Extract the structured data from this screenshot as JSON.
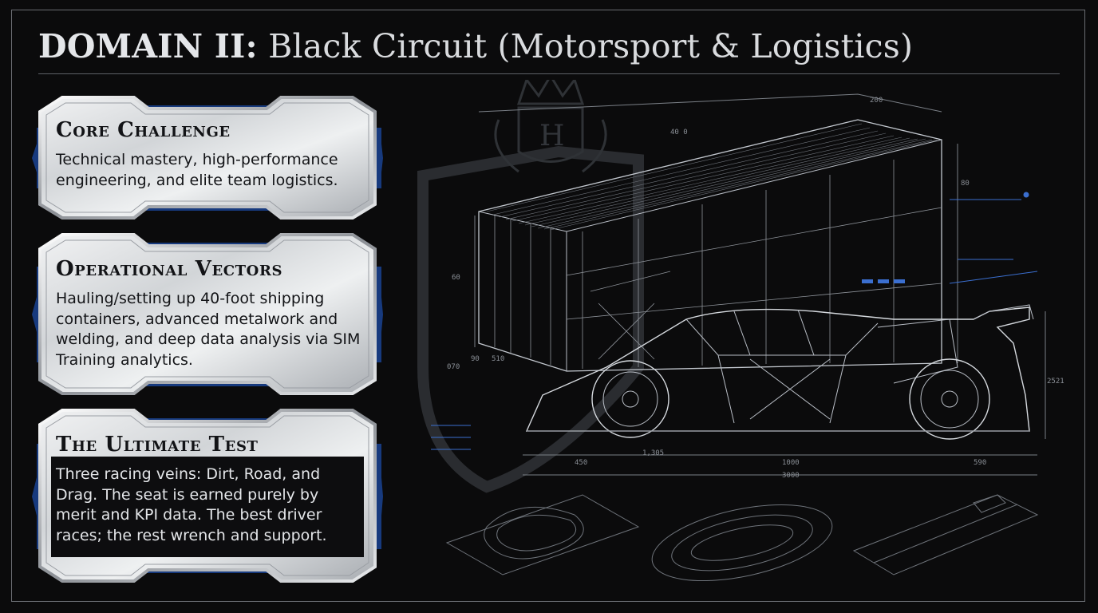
{
  "header": {
    "title_bold": "DOMAIN II:",
    "title_rest": " Black Circuit (Motorsport & Logistics)"
  },
  "panels": [
    {
      "heading": "Core Challenge",
      "body": "Technical mastery, high-performance engineering, and elite team logistics."
    },
    {
      "heading": "Operational Vectors",
      "body": "Hauling/setting up 40-foot shipping containers, advanced metalwork and welding, and deep data analysis via SIM Training analytics."
    },
    {
      "heading": "The Ultimate Test",
      "body": "Three racing veins: Dirt, Road, and Drag. The seat is earned purely by merit and KPI data. The best driver races; the rest wrench and support."
    }
  ],
  "blueprint": {
    "emblem_letter": "H",
    "container_dims": [
      "200",
      "40 0",
      "80",
      "90",
      "510",
      "070",
      "60"
    ],
    "car_dims": [
      "450",
      "1,305",
      "1000",
      "590",
      "3000",
      "2521"
    ]
  },
  "colors": {
    "background": "#0b0b0c",
    "line": "#b9bec6",
    "accent_blue": "#3b6fd0",
    "panel_border_blue": "#1d3f86"
  }
}
